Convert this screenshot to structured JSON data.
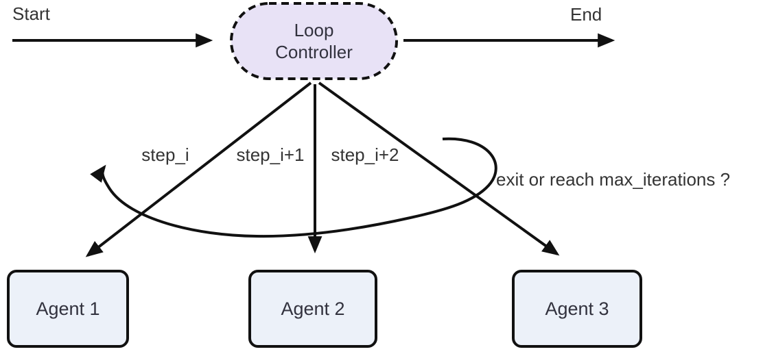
{
  "diagram": {
    "title": "loop-controller-workflow",
    "start_label": "Start",
    "end_label": "End",
    "loop_controller": {
      "label_lines": [
        "Loop",
        "Controller"
      ],
      "label": "Loop Controller"
    },
    "edge_labels": {
      "step_i": "step_i",
      "step_i_plus_1": "step_i+1",
      "step_i_plus_2": "step_i+2",
      "exit_condition": "exit or reach max_iterations ?"
    },
    "agents": [
      {
        "label": "Agent 1"
      },
      {
        "label": "Agent 2"
      },
      {
        "label": "Agent 3"
      }
    ],
    "colors": {
      "loop_controller_fill": "#e8e2f6",
      "agent_fill": "#ecf1f9",
      "stroke": "#111111",
      "text": "#343434"
    }
  }
}
